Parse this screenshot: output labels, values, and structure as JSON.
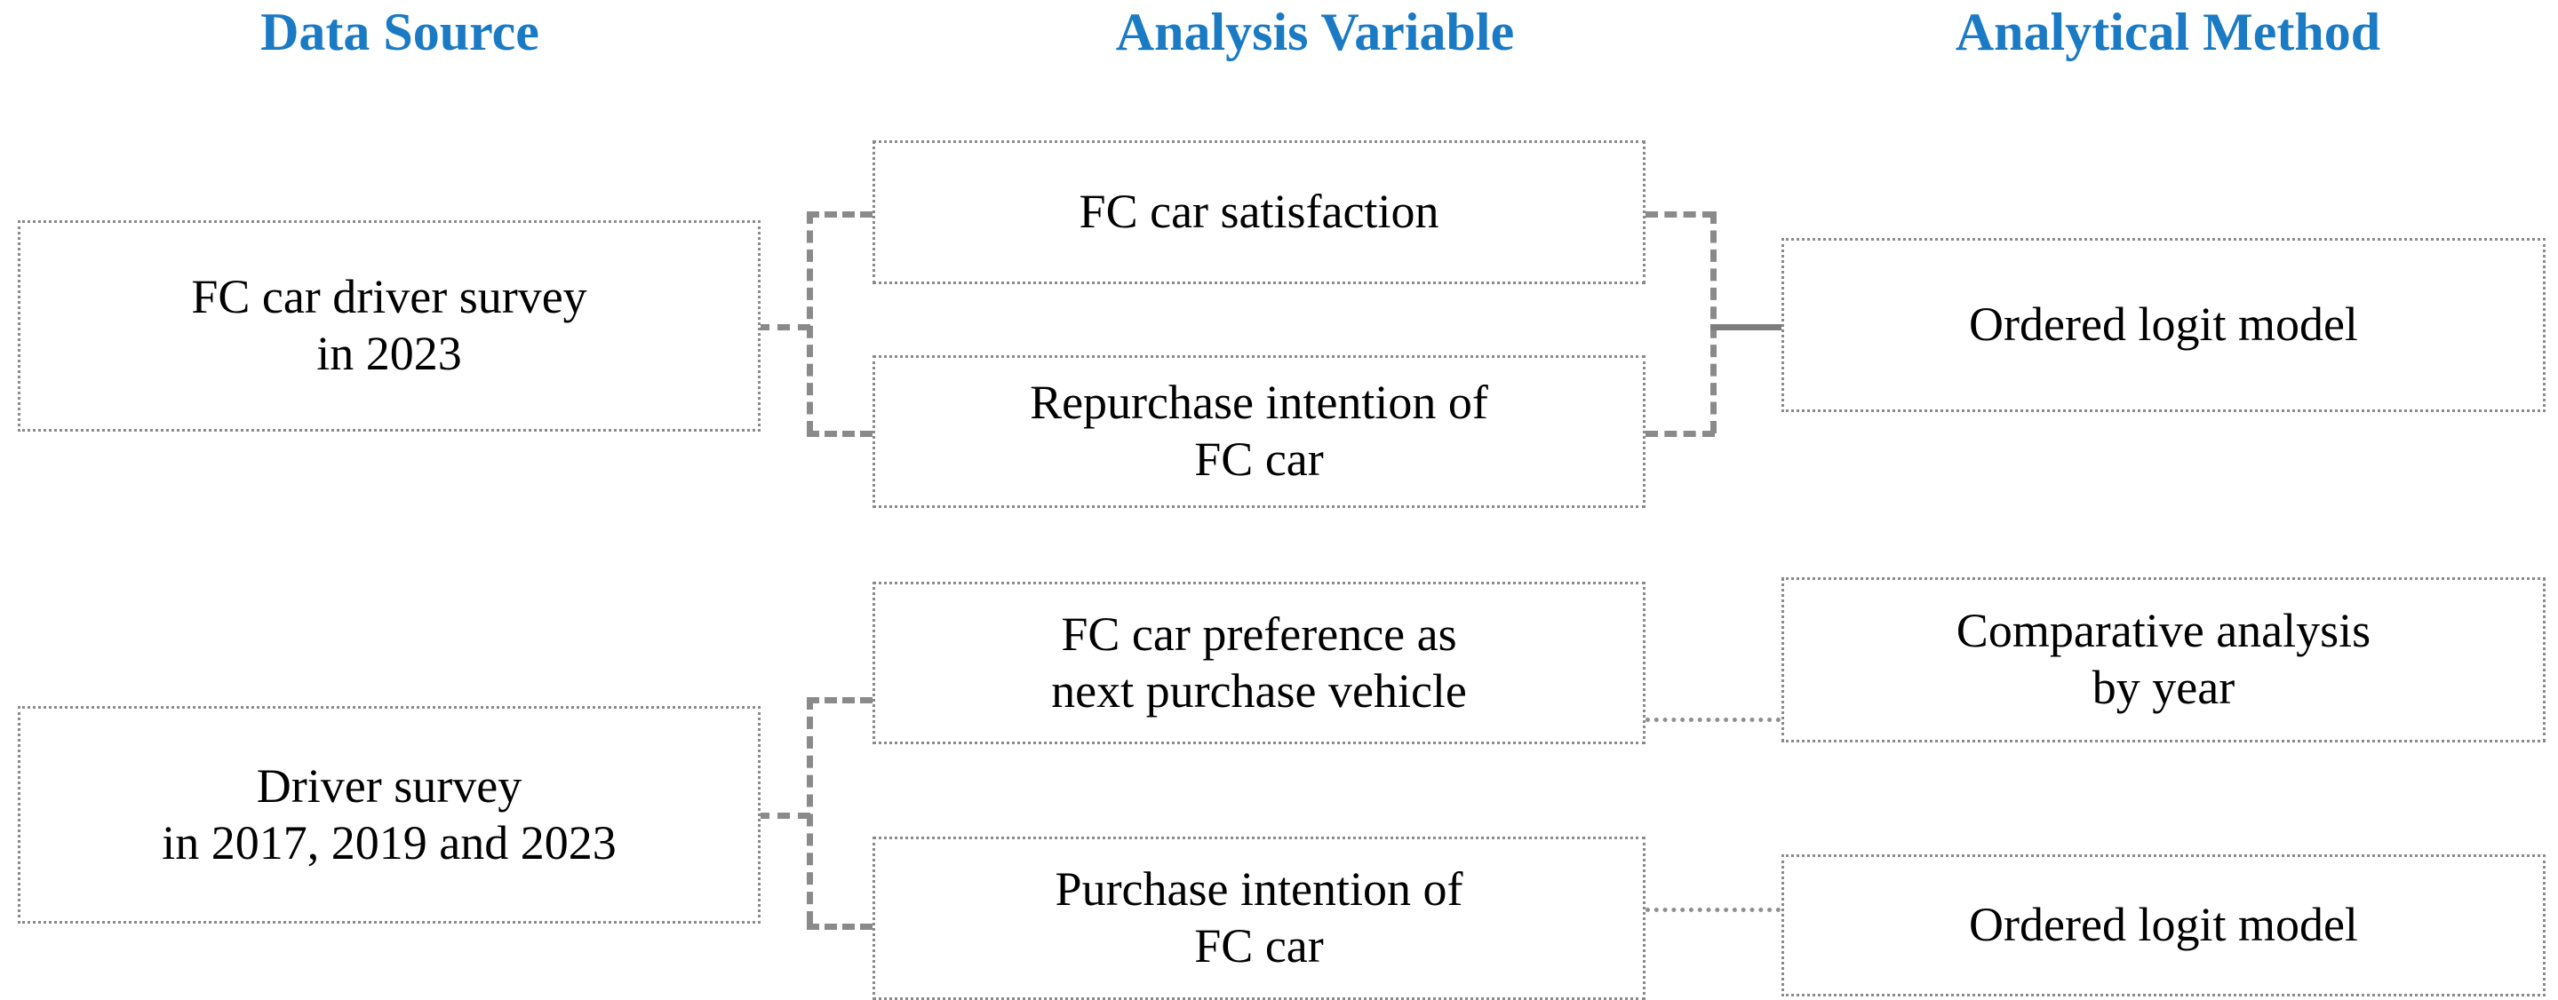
{
  "diagram": {
    "title": "Research framework flow diagram",
    "accent_color": "#1a7ac4",
    "box_border_color": "#8a8a8a",
    "connector_color": "#8a8a8a",
    "text_color": "#000000",
    "background_color": "#ffffff"
  },
  "headers": [
    {
      "label": "Data Source"
    },
    {
      "label": "Analysis Variable"
    },
    {
      "label": "Analytical Method"
    }
  ],
  "columns": {
    "data_source": {
      "header": "Data Source",
      "nodes": [
        {
          "line1": "FC car driver survey",
          "line2": "in 2023"
        },
        {
          "line1": "Driver survey",
          "line2": "in 2017, 2019 and 2023"
        }
      ]
    },
    "analysis_variable": {
      "header": "Analysis Variable",
      "nodes": [
        {
          "line1": "FC car satisfaction",
          "line2": ""
        },
        {
          "line1": "Repurchase intention of",
          "line2": "FC car"
        },
        {
          "line1": "FC car preference as",
          "line2": "next purchase vehicle"
        },
        {
          "line1": "Purchase intention of",
          "line2": "FC car"
        }
      ]
    },
    "analytical_method": {
      "header": "Analytical Method",
      "nodes": [
        {
          "line1": "Ordered logit model",
          "line2": ""
        },
        {
          "line1": "Comparative analysis",
          "line2": "by year"
        },
        {
          "line1": "Ordered logit model",
          "line2": ""
        }
      ]
    }
  },
  "nodes": {
    "source_1": {
      "line1": "FC car driver survey",
      "line2": "in 2023"
    },
    "source_2": {
      "line1": "Driver survey",
      "line2": "in 2017, 2019 and 2023"
    },
    "variable_1": {
      "line1": "FC car satisfaction",
      "line2": ""
    },
    "variable_2": {
      "line1": "Repurchase intention of",
      "line2": "FC car"
    },
    "variable_3": {
      "line1": "FC car preference as",
      "line2": "next purchase vehicle"
    },
    "variable_4": {
      "line1": "Purchase intention of",
      "line2": "FC car"
    },
    "method_1": {
      "line1": "Ordered logit model",
      "line2": ""
    },
    "method_2": {
      "line1": "Comparative analysis",
      "line2": "by year"
    },
    "method_3": {
      "line1": "Ordered logit model",
      "line2": ""
    }
  },
  "edges": [
    {
      "from": "source_1",
      "to": "variable_1",
      "style": "dashed"
    },
    {
      "from": "source_1",
      "to": "variable_2",
      "style": "dashed"
    },
    {
      "from": "variable_1",
      "to": "method_1",
      "style": "dashed-solid"
    },
    {
      "from": "variable_2",
      "to": "method_1",
      "style": "dashed-solid"
    },
    {
      "from": "source_2",
      "to": "variable_3",
      "style": "dashed"
    },
    {
      "from": "source_2",
      "to": "variable_4",
      "style": "dashed"
    },
    {
      "from": "variable_3",
      "to": "method_2",
      "style": "dotted"
    },
    {
      "from": "variable_4",
      "to": "method_3",
      "style": "dotted"
    }
  ]
}
